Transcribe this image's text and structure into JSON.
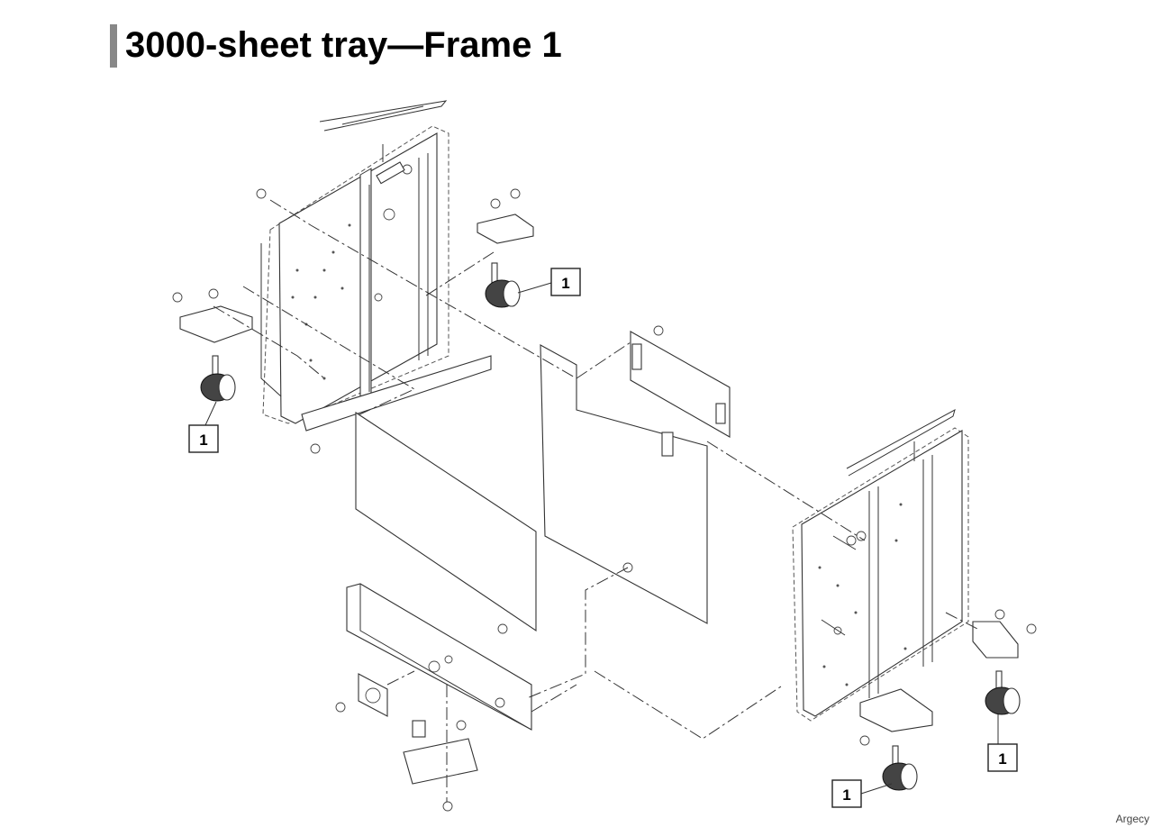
{
  "page": {
    "title": "3000-sheet tray—Frame 1",
    "watermark": "Argecy"
  },
  "colors": {
    "title_accent": "#888888",
    "line_art": "#333333"
  },
  "callouts": [
    {
      "label": "1"
    },
    {
      "label": "1"
    },
    {
      "label": "1"
    },
    {
      "label": "1"
    }
  ]
}
